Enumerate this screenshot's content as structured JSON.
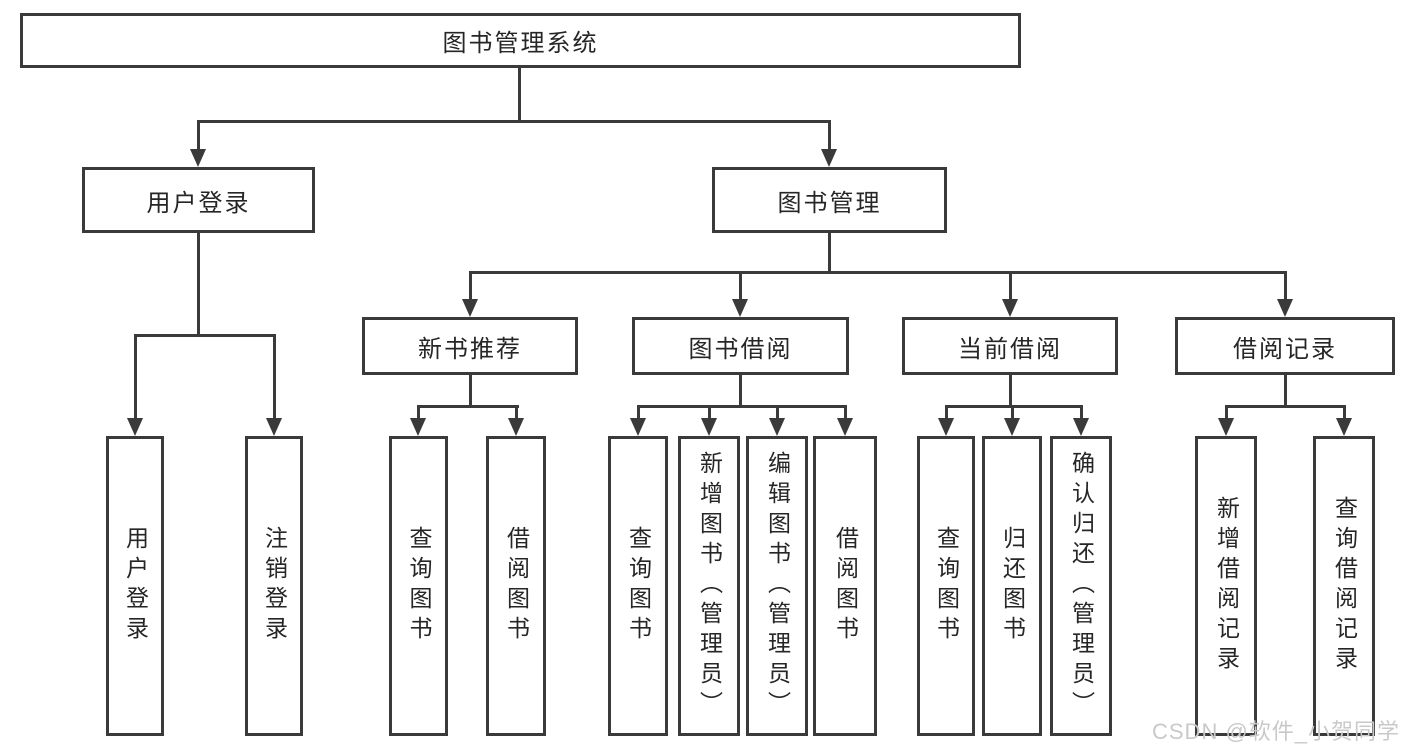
{
  "tree": {
    "label": "图书管理系统",
    "children": [
      {
        "label": "用户登录",
        "children": [
          {
            "label": "用户登录"
          },
          {
            "label": "注销登录"
          }
        ]
      },
      {
        "label": "图书管理",
        "children": [
          {
            "label": "新书推荐",
            "children": [
              {
                "label": "查询图书"
              },
              {
                "label": "借阅图书"
              }
            ]
          },
          {
            "label": "图书借阅",
            "children": [
              {
                "label": "查询图书"
              },
              {
                "label": "新增图书（管理员）"
              },
              {
                "label": "编辑图书（管理员）"
              },
              {
                "label": "借阅图书"
              }
            ]
          },
          {
            "label": "当前借阅",
            "children": [
              {
                "label": "查询图书"
              },
              {
                "label": "归还图书"
              },
              {
                "label": "确认归还（管理员）"
              }
            ]
          },
          {
            "label": "借阅记录",
            "children": [
              {
                "label": "新增借阅记录"
              },
              {
                "label": "查询借阅记录"
              }
            ]
          }
        ]
      }
    ]
  },
  "watermark": {
    "text": "CSDN @软件_小贺同学"
  },
  "colors": {
    "line": "#3a3a3a",
    "text": "#262626",
    "watermark": "#c9c9c9",
    "background": "#ffffff"
  }
}
